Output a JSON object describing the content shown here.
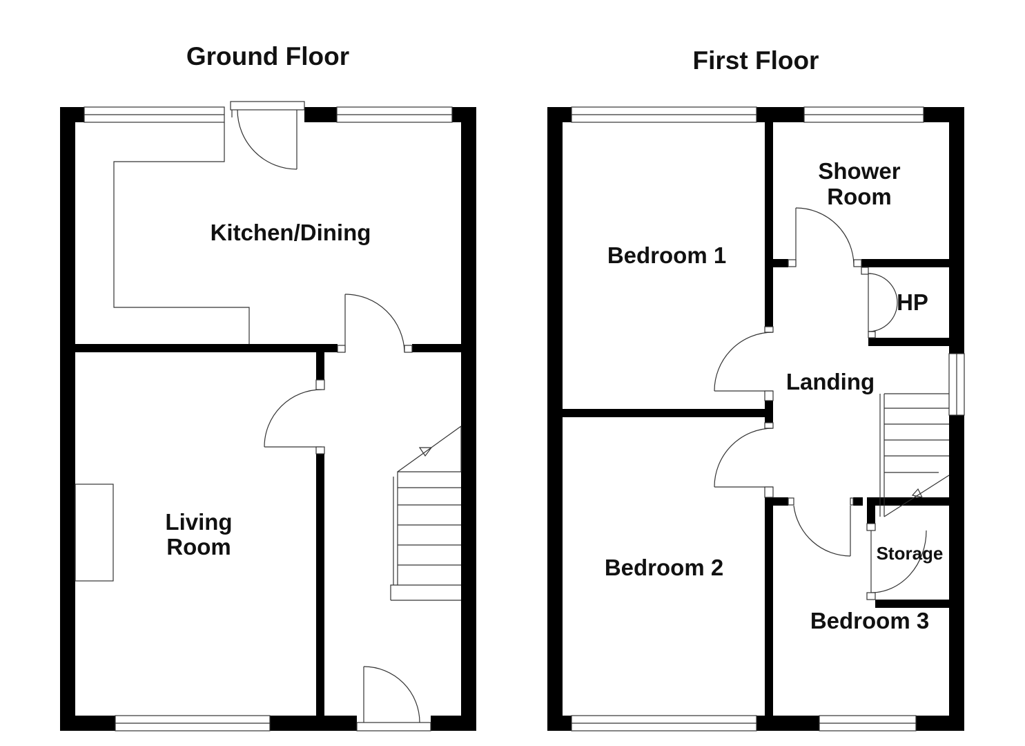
{
  "floors": [
    {
      "title": "Ground Floor",
      "rooms": {
        "kitchen": "Kitchen/Dining",
        "living_line1": "Living",
        "living_line2": "Room"
      }
    },
    {
      "title": "First Floor",
      "rooms": {
        "shower_line1": "Shower",
        "shower_line2": "Room",
        "bedroom1": "Bedroom 1",
        "hp": "HP",
        "landing": "Landing",
        "bedroom2": "Bedroom 2",
        "storage": "Storage",
        "bedroom3": "Bedroom 3"
      }
    }
  ],
  "colors": {
    "wall": "#000000",
    "line": "#333333",
    "background": "#ffffff"
  }
}
